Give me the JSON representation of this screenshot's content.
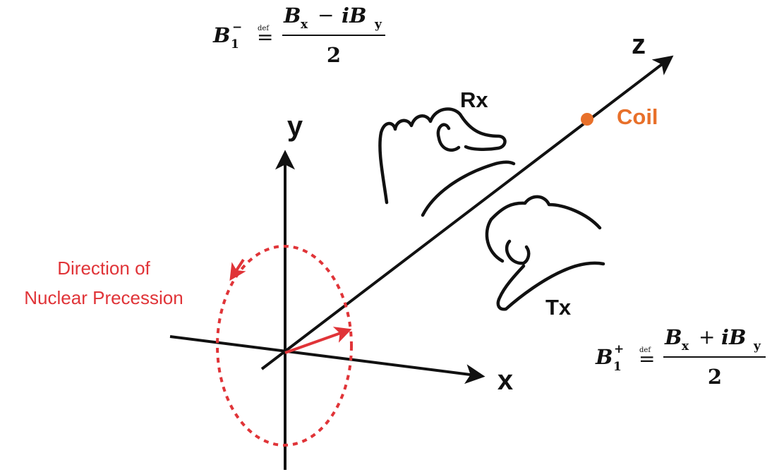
{
  "axes": {
    "x_label": "x",
    "y_label": "y",
    "z_label": "z"
  },
  "coil": {
    "label": "Coil"
  },
  "hands": {
    "receive_label": "Rx",
    "transmit_label": "Tx"
  },
  "precession": {
    "line1": "Direction of",
    "line2": "Nuclear Precession"
  },
  "equation_minus": {
    "lhs": "B",
    "lhs_sub": "1",
    "lhs_sup": "−",
    "def_mark": "def",
    "eq_sign": "=",
    "numerator_a": "B",
    "numerator_a_sub": "x",
    "operator": "−",
    "numerator_b": "iB",
    "numerator_b_sub": "y",
    "denominator": "2"
  },
  "equation_plus": {
    "lhs": "B",
    "lhs_sub": "1",
    "lhs_sup": "+",
    "def_mark": "def",
    "eq_sign": "=",
    "numerator_a": "B",
    "numerator_a_sub": "x",
    "operator": "+",
    "numerator_b": "iB",
    "numerator_b_sub": "y",
    "denominator": "2"
  },
  "colors": {
    "ink": "#111111",
    "coil": "#E8702A",
    "precession": "#E03438"
  }
}
